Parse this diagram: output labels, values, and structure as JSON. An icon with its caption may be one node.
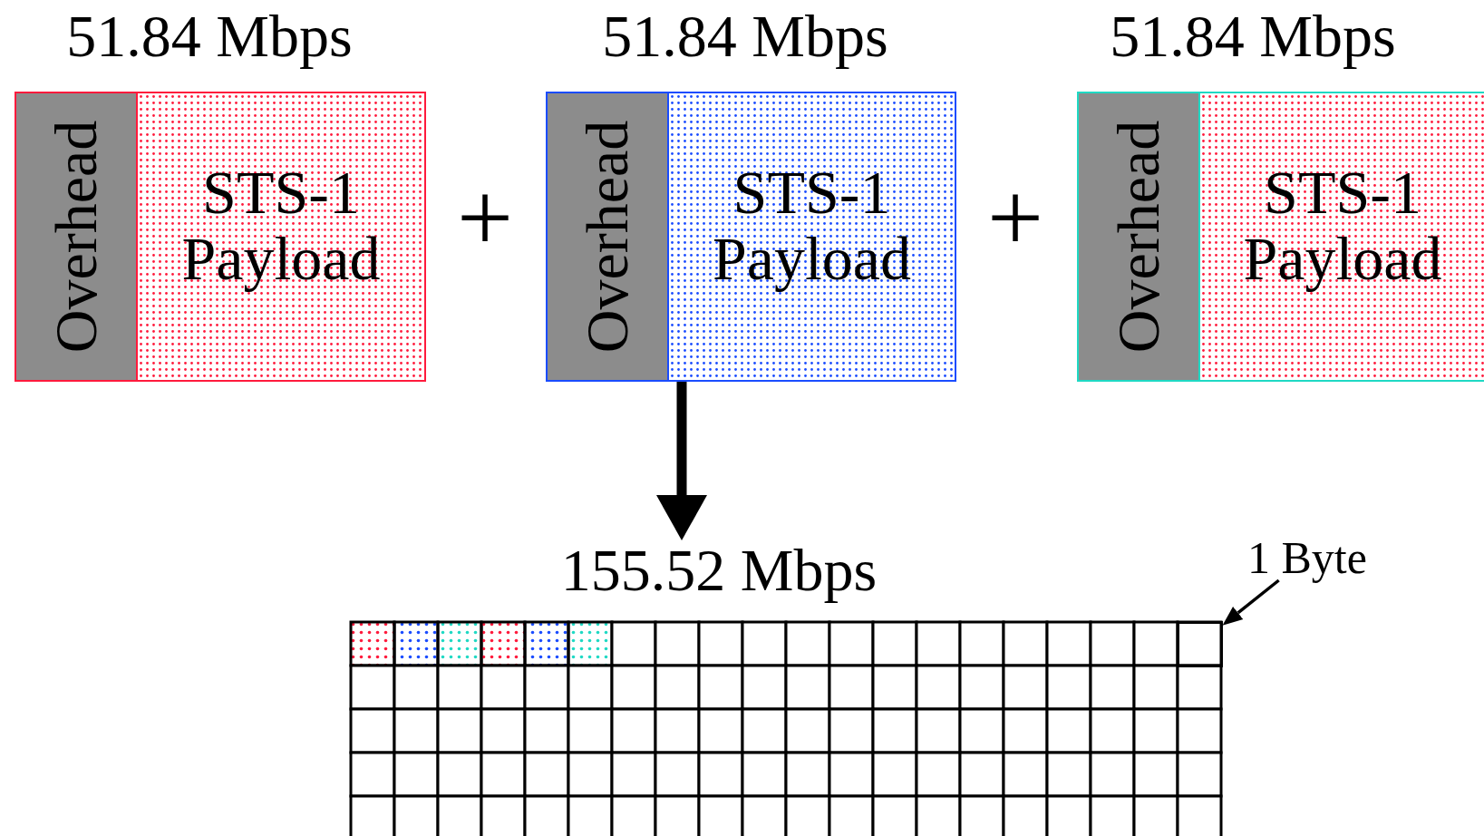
{
  "diagram": {
    "nodes": [
      {
        "text": [
          "51.84 Mbps"
        ]
      },
      {
        "text": [
          "Overhead"
        ],
        "in": 0
      },
      {
        "text": [
          "STS-1 Payload"
        ],
        "in": 0
      },
      {
        "text": [
          "51.84 Mbps"
        ]
      },
      {
        "text": [
          "Overhead"
        ],
        "in": 3
      },
      {
        "text": [
          "STS-1 Payload"
        ],
        "in": 3
      },
      {
        "text": [
          "51.84 Mbps"
        ]
      },
      {
        "text": [
          "Overhead"
        ],
        "in": 6
      },
      {
        "text": [
          "STS-1 Payload"
        ],
        "in": 6
      },
      {
        "text": [
          "155.52 Mbps"
        ]
      },
      {
        "text": [
          "1 Byte"
        ]
      },
      {
        "text": [],
        "shape": "box",
        "in": 9
      }
    ],
    "edges": [
      {
        "from": 3,
        "to": 9,
        "arrow": "to",
        "style": "thick"
      },
      {
        "from": 10,
        "to": 11,
        "arrow": "to"
      }
    ],
    "labels": [
      "+",
      "+"
    ]
  }
}
